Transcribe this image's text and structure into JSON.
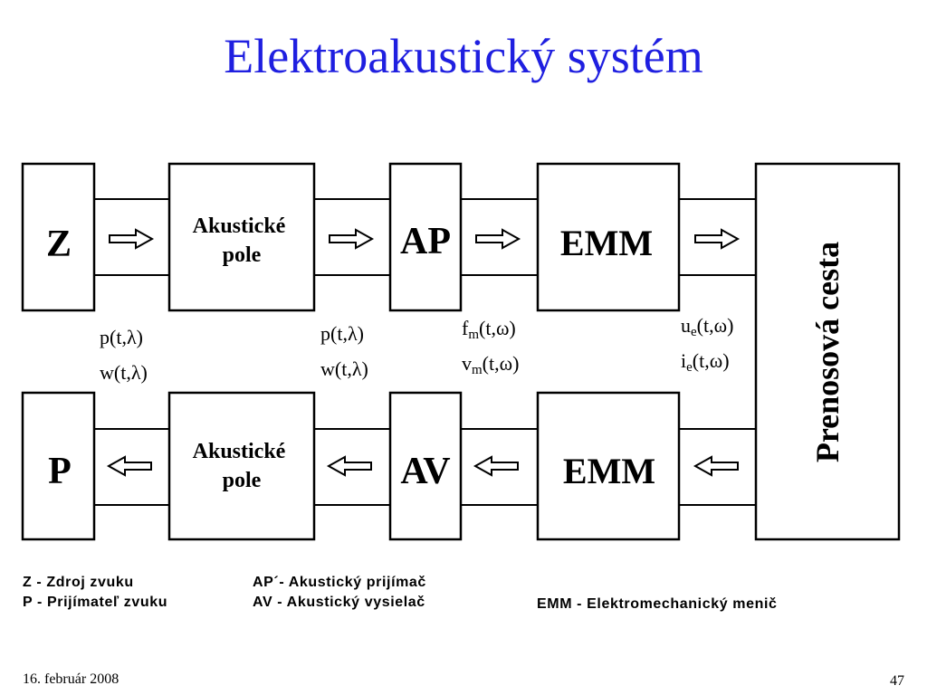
{
  "title": "Elektroakustický systém",
  "blocks": {
    "z": "Z",
    "p": "P",
    "akusticke_pole_top": [
      "Akustické",
      "pole"
    ],
    "akusticke_pole_bottom": [
      "Akustické",
      "pole"
    ],
    "ap": "AP",
    "av": "AV",
    "emm_top": "EMM",
    "emm_bottom": "EMM",
    "prenosova_cesta": "Prenosová cesta"
  },
  "signals": {
    "g1": {
      "a_base": "p(t,λ)",
      "a_sub": "",
      "a_arg": "",
      "b_base": "w(t,λ)",
      "b_sub": "",
      "b_arg": ""
    },
    "g2": {
      "a_base": "p(t,λ)",
      "a_sub": "",
      "a_arg": "",
      "b_base": "w(t,λ)",
      "b_sub": "",
      "b_arg": ""
    },
    "g3": {
      "a_base": "f",
      "a_sub": "m",
      "a_arg": "(t,ω)",
      "b_base": "v",
      "b_sub": "m",
      "b_arg": "(t,ω)"
    },
    "g4": {
      "a_base": "u",
      "a_sub": "e",
      "a_arg": "(t,ω)",
      "b_base": "i",
      "b_sub": "e",
      "b_arg": "(t,ω)"
    }
  },
  "legend": {
    "col1": [
      "Z - Zdroj zvuku",
      "P - Prijímateľ zvuku"
    ],
    "col2": [
      "AP´- Akustický prijímač",
      "AV - Akustický vysielač"
    ],
    "col3": "EMM - Elektromechanický menič"
  },
  "footer": {
    "date": "16. február 2008",
    "page": "47"
  }
}
